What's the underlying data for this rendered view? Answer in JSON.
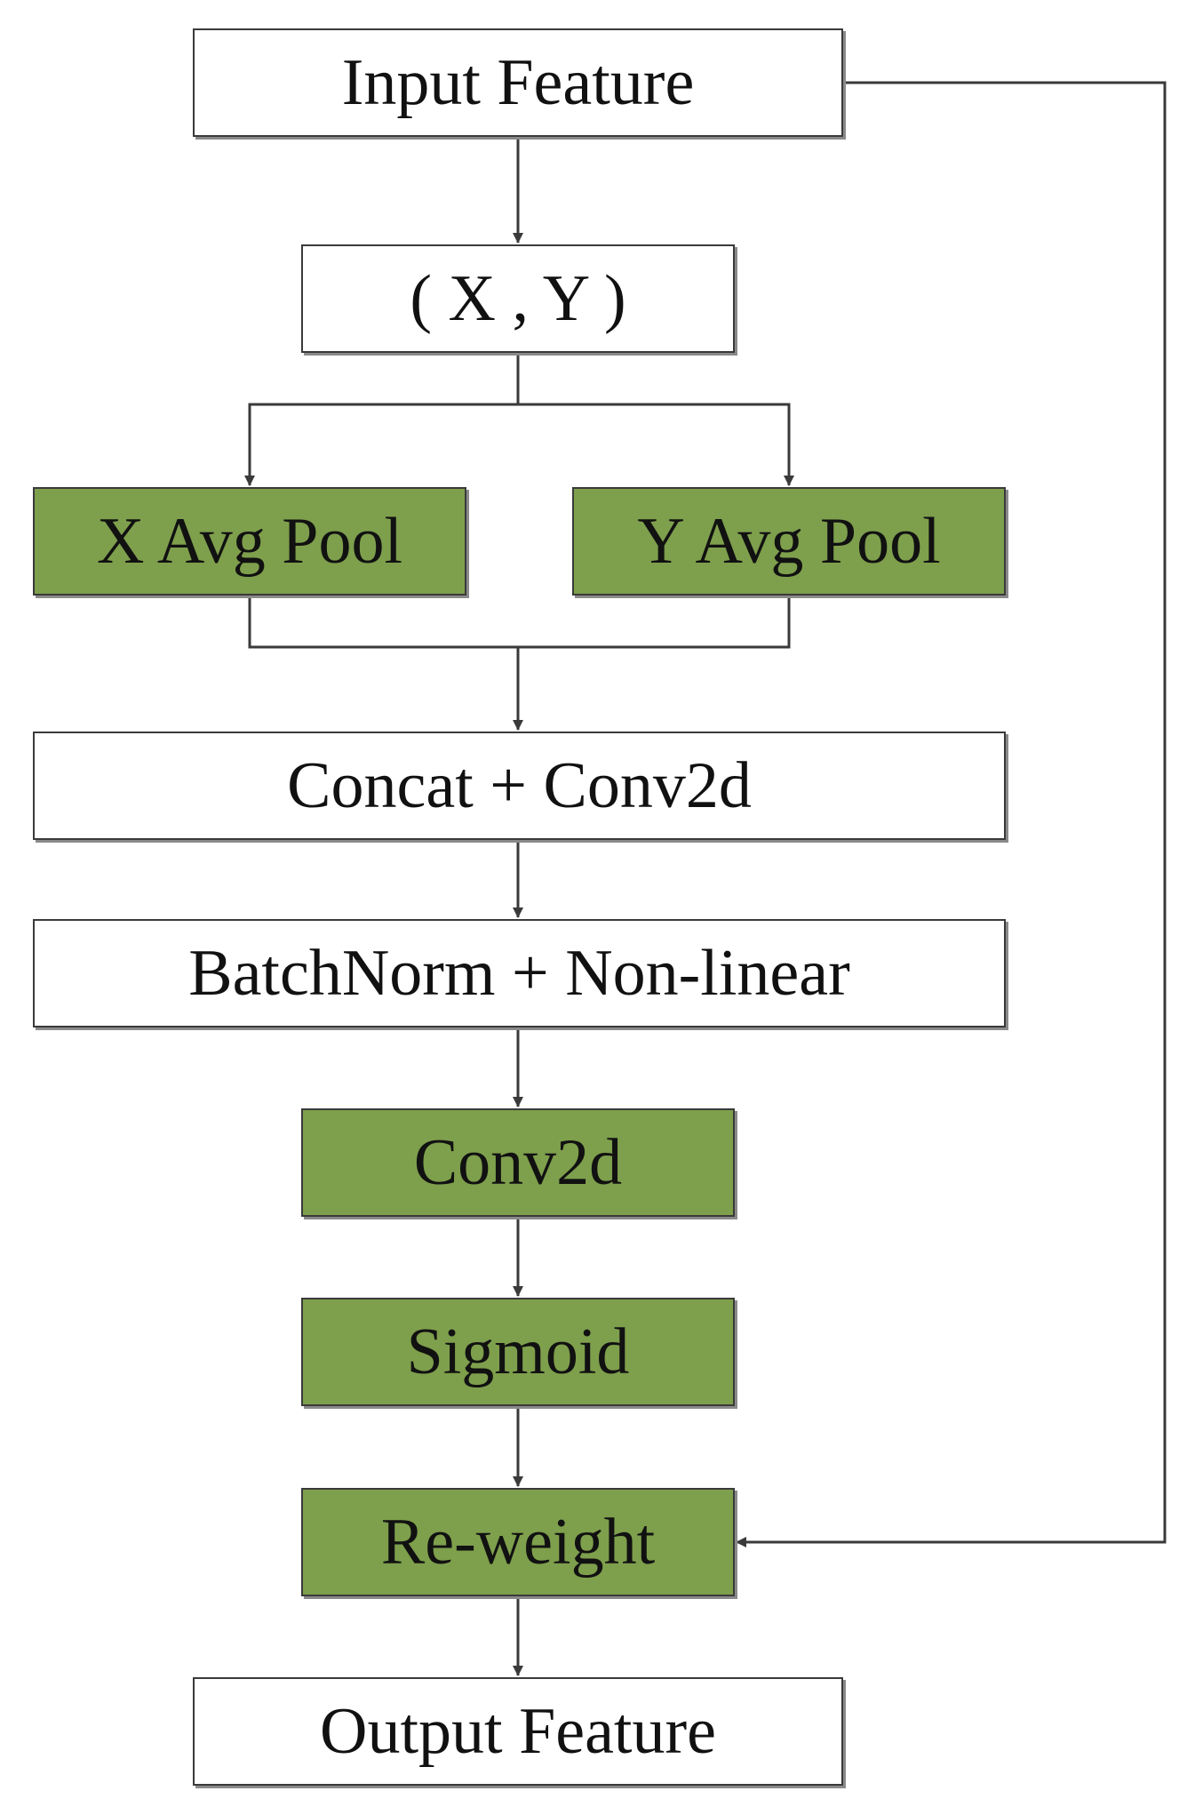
{
  "diagram": {
    "nodes": {
      "input": "Input Feature",
      "xy": "( X , Y )",
      "x_pool": "X Avg Pool",
      "y_pool": "Y Avg Pool",
      "concat": "Concat + Conv2d",
      "batchnorm": "BatchNorm + Non-linear",
      "conv": "Conv2d",
      "sigmoid": "Sigmoid",
      "reweight": "Re-weight",
      "output": "Output Feature"
    },
    "colors": {
      "box_fill_white": "#ffffff",
      "box_fill_green": "#7e9f4c",
      "line": "#3a3a3a",
      "text": "#111111"
    },
    "edges": [
      [
        "input",
        "xy"
      ],
      [
        "xy",
        "x_pool"
      ],
      [
        "xy",
        "y_pool"
      ],
      [
        "x_pool",
        "concat"
      ],
      [
        "y_pool",
        "concat"
      ],
      [
        "concat",
        "batchnorm"
      ],
      [
        "batchnorm",
        "conv"
      ],
      [
        "conv",
        "sigmoid"
      ],
      [
        "sigmoid",
        "reweight"
      ],
      [
        "input",
        "reweight"
      ],
      [
        "reweight",
        "output"
      ]
    ]
  }
}
